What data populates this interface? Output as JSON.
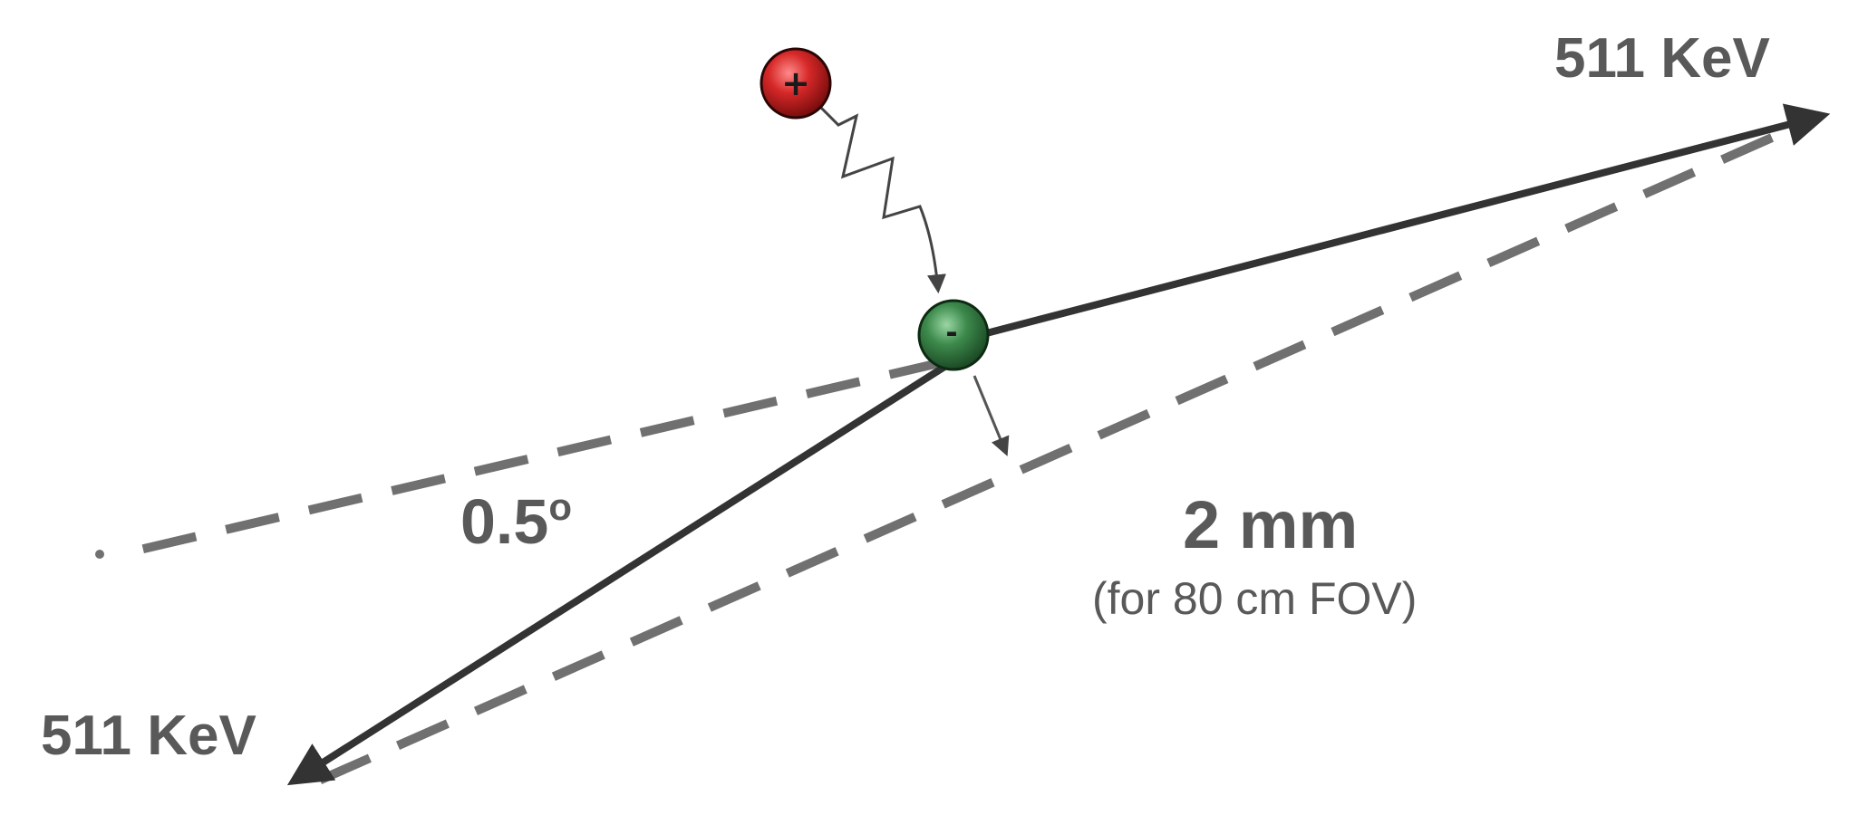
{
  "diagram": {
    "energy_right": "511 KeV",
    "energy_left": "511 KeV",
    "angle_value": "0.5",
    "angle_unit": "o",
    "distance": "2 mm",
    "distance_note": "(for 80 cm FOV)",
    "positron_symbol": "+",
    "electron_symbol": "-",
    "colors": {
      "positron": "#cc1f1f",
      "electron": "#2e7d3e",
      "photon_line": "#333333",
      "dashed_line": "#707070",
      "text": "#595959"
    }
  }
}
